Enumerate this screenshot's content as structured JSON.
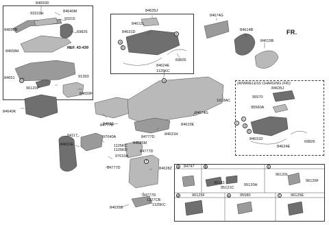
{
  "diagram": {
    "fr_label": "FR.",
    "wireless_title": "(W/WIRELESS CHARGING (FR))",
    "labels": {
      "l84650D": "84650D",
      "l93310H": "93310H",
      "l84640M": "84640M",
      "l93315": "93315",
      "l84657B": "84657B",
      "l69826a": "69826",
      "l84658H": "84658H",
      "lREF": "REF. 43-439",
      "l84651": "84651",
      "l91393": "91393",
      "l96120P": "96120P",
      "l84659F": "84659F",
      "l84640K": "84640K",
      "l84660": "84660",
      "l84635J": "84635J",
      "l84612L": "84612L",
      "l84631D": "84631D",
      "l69826b": "69826",
      "l84624E": "84624E",
      "l84674G": "84674G",
      "l84614B": "84614B",
      "l84615B": "84615B",
      "l1125KCa": "1125KC",
      "l1018AC": "1018AC",
      "l84674Gb": "84674G",
      "l84610E": "84610E",
      "l84631H": "84631H",
      "l84777Da": "84777D",
      "l84117": "84117",
      "l97040A": "97040A",
      "l84631E": "84631E",
      "l1125KCb": "1125KC",
      "l1125KD": "1125KD",
      "l97010A": "97010A",
      "l84777Db": "84777D",
      "l84777Dc": "84777D",
      "l84685M": "84685M",
      "l84777Dd": "84777D",
      "l84628Z": "84628Z",
      "l84777De": "84777D",
      "l1327CB": "1327CB",
      "l1125KCc": "1125KC",
      "l84635B": "84635B",
      "w84635J": "84635J",
      "w95570": "95570",
      "w95560A": "95560A",
      "w84631D": "84631D",
      "w84624E": "84624E",
      "w69826": "69826"
    },
    "circles": {
      "ca": "a",
      "cb": "b",
      "cc": "c",
      "cd": "d",
      "ce": "e",
      "cf": "f",
      "c1": "a",
      "c2": "b",
      "c3": "c",
      "c4": "d",
      "c5": "e",
      "c6": "b",
      "c7": "f",
      "c8": "c"
    },
    "legend": {
      "a": {
        "letter": "a",
        "part": "84747"
      },
      "b": {
        "letter": "b",
        "parts": [
          "95123",
          "95121C",
          "95120H"
        ]
      },
      "c": {
        "letter": "c",
        "parts": [
          "96120L",
          "96126F"
        ]
      },
      "d": {
        "letter": "d",
        "part": "96125F"
      },
      "e": {
        "letter": "e",
        "part": "95580"
      },
      "f": {
        "letter": "f",
        "part": "96125E"
      }
    }
  }
}
